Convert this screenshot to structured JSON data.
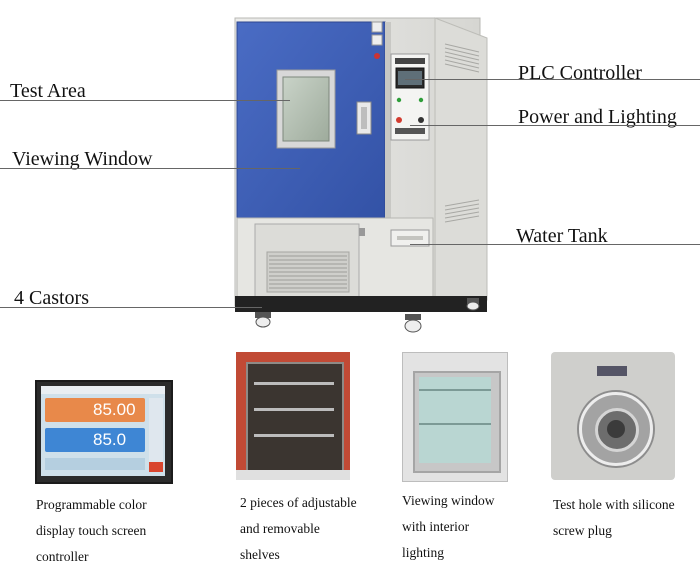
{
  "callouts": {
    "test_area": "Test Area",
    "viewing_window": "Viewing Window",
    "castors": "4 Castors",
    "plc_controller": "PLC Controller",
    "power_lighting": "Power and  Lighting",
    "water_tank": "Water Tank"
  },
  "controller_screen": {
    "value_top": "85.00",
    "value_bottom": "85.0"
  },
  "features": [
    {
      "caption": "Programmable color display touch screen controller"
    },
    {
      "caption": "2 pieces of adjustable and removable shelves"
    },
    {
      "caption": "Viewing window with interior lighting"
    },
    {
      "caption": "Test hole with silicone screw plug"
    }
  ],
  "colors": {
    "cabinet": "#e4e4e0",
    "door_blue": "#3f5fb5",
    "door_frame": "#cfcfcf",
    "leader": "#666666",
    "oven_red": "#c14a35"
  }
}
